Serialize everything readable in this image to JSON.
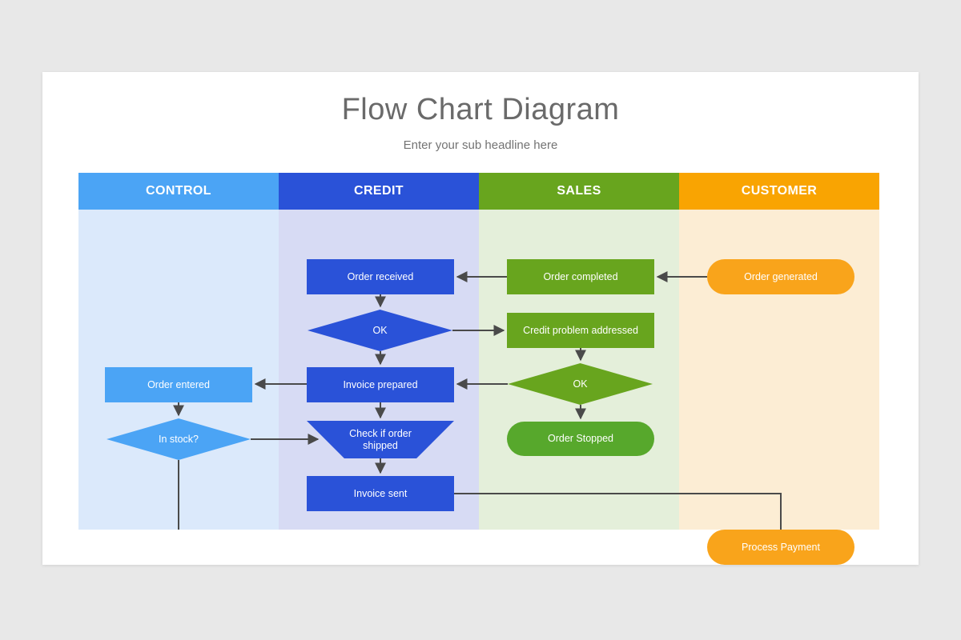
{
  "slide": {
    "title": "Flow Chart Diagram",
    "subtitle": "Enter your sub headline here"
  },
  "colors": {
    "page_background": "#E8E8E8",
    "card_background": "#FFFFFF",
    "title_text": "#6A6A6A",
    "connector": "#4A4A4A",
    "control_accent": "#4BA4F5",
    "control_lane": "#DBE9FB",
    "credit_accent": "#2A52D8",
    "credit_lane": "#D7DBF4",
    "sales_accent": "#68A51E",
    "sales_stadium": "#57A82C",
    "sales_lane": "#E4EFDA",
    "customer_accent": "#F9A41B",
    "customer_lane": "#FCEDD4"
  },
  "lanes": [
    {
      "label": "CONTROL",
      "header_color": "#4BA4F5",
      "body_color": "#DBE9FB"
    },
    {
      "label": "CREDIT",
      "header_color": "#2A52D8",
      "body_color": "#D7DBF4"
    },
    {
      "label": "SALES",
      "header_color": "#68A51E",
      "body_color": "#E4EFDA"
    },
    {
      "label": "CUSTOMER",
      "header_color": "#F9A402",
      "body_color": "#FCEDD4"
    }
  ],
  "nodes": {
    "order_received": {
      "label": "Order received",
      "shape": "rectangle",
      "lane": "CREDIT"
    },
    "ok_credit": {
      "label": "OK",
      "shape": "diamond",
      "lane": "CREDIT"
    },
    "invoice_prepared": {
      "label": "Invoice prepared",
      "shape": "rectangle",
      "lane": "CREDIT"
    },
    "check_if_order_shipped": {
      "label": "Check if order shipped",
      "shape": "trapezoid",
      "lane": "CREDIT"
    },
    "invoice_sent": {
      "label": "Invoice sent",
      "shape": "rectangle",
      "lane": "CREDIT"
    },
    "order_entered": {
      "label": "Order entered",
      "shape": "rectangle",
      "lane": "CONTROL"
    },
    "in_stock": {
      "label": "In stock?",
      "shape": "diamond",
      "lane": "CONTROL"
    },
    "order_completed": {
      "label": "Order completed",
      "shape": "rectangle",
      "lane": "SALES"
    },
    "credit_problem_addressed": {
      "label": "Credit problem addressed",
      "shape": "rectangle",
      "lane": "SALES"
    },
    "ok_sales": {
      "label": "OK",
      "shape": "diamond",
      "lane": "SALES"
    },
    "order_stopped": {
      "label": "Order Stopped",
      "shape": "stadium",
      "lane": "SALES"
    },
    "order_generated": {
      "label": "Order generated",
      "shape": "stadium",
      "lane": "CUSTOMER"
    },
    "process_payment": {
      "label": "Process Payment",
      "shape": "stadium",
      "lane": "CUSTOMER"
    }
  },
  "edges": [
    {
      "from": "order_generated",
      "to": "order_completed"
    },
    {
      "from": "order_completed",
      "to": "order_received"
    },
    {
      "from": "order_received",
      "to": "ok_credit"
    },
    {
      "from": "ok_credit",
      "to": "credit_problem_addressed"
    },
    {
      "from": "ok_credit",
      "to": "invoice_prepared"
    },
    {
      "from": "credit_problem_addressed",
      "to": "ok_sales"
    },
    {
      "from": "ok_sales",
      "to": "invoice_prepared"
    },
    {
      "from": "ok_sales",
      "to": "order_stopped"
    },
    {
      "from": "invoice_prepared",
      "to": "order_entered"
    },
    {
      "from": "order_entered",
      "to": "in_stock"
    },
    {
      "from": "in_stock",
      "to": "check_if_order_shipped"
    },
    {
      "from": "invoice_prepared",
      "to": "check_if_order_shipped"
    },
    {
      "from": "check_if_order_shipped",
      "to": "invoice_sent"
    },
    {
      "from": "invoice_sent",
      "to": "process_payment"
    },
    {
      "from": "in_stock",
      "to": "process_payment"
    }
  ]
}
